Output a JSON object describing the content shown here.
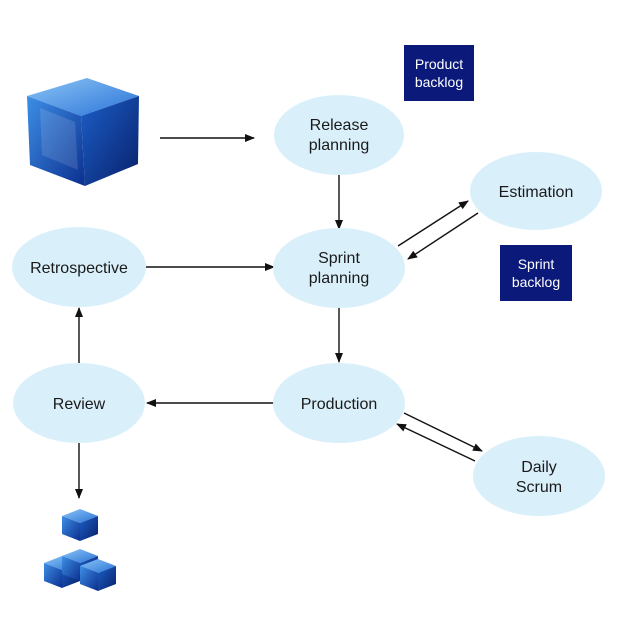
{
  "diagram": {
    "nodes": {
      "release_planning": [
        "Release",
        "planning"
      ],
      "estimation": [
        "Estimation"
      ],
      "sprint_planning": [
        "Sprint",
        "planning"
      ],
      "retrospective": [
        "Retrospective"
      ],
      "production": [
        "Production"
      ],
      "review": [
        "Review"
      ],
      "daily_scrum": [
        "Daily",
        "Scrum"
      ]
    },
    "boxes": {
      "product_backlog": [
        "Product",
        "backlog"
      ],
      "sprint_backlog": [
        "Sprint",
        "backlog"
      ]
    },
    "colors": {
      "ellipse_fill": "#d9f0fb",
      "box_fill": "#0b1a7a",
      "arrow": "#111111",
      "cube_light": "#3d8fe6",
      "cube_mid": "#1c5fc8",
      "cube_dark": "#0c2f8f"
    },
    "icons": [
      "product-cube-icon",
      "delivered-cubes-icon"
    ]
  }
}
